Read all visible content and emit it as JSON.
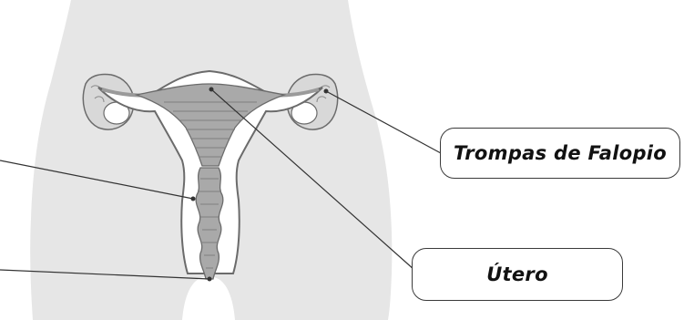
{
  "labels": {
    "trompas": "Trompas de Falopio",
    "utero": "Útero"
  },
  "colors": {
    "body_silhouette": "#e6e6e6",
    "organ_fill": "#a9a9a9",
    "organ_light": "#cfcfcf",
    "outline": "#6b6b6b",
    "leader_line": "#333333"
  },
  "icons": [
    "female-reproductive-system-diagram"
  ]
}
